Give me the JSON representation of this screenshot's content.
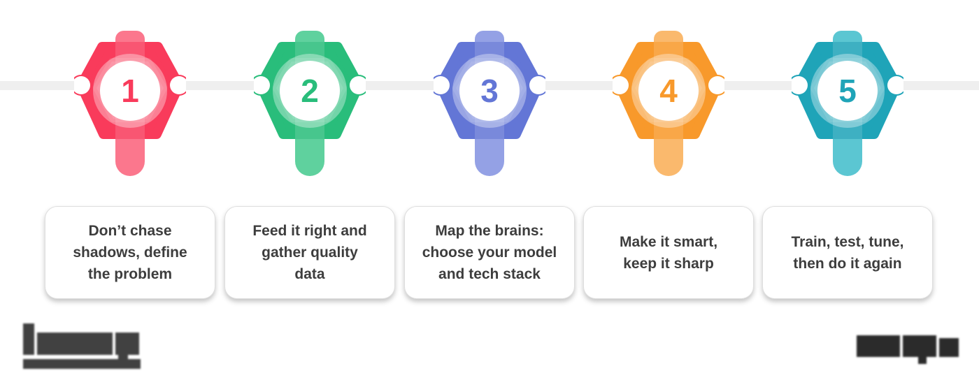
{
  "background_color": "#ffffff",
  "timeline": {
    "line_color": "#efefef"
  },
  "steps": [
    {
      "number": "1",
      "color": "#f93b5b",
      "color_light": "#fb617b",
      "label": "Don’t chase\nshadows, define\nthe problem"
    },
    {
      "number": "2",
      "color": "#29bd7b",
      "color_light": "#45ca8e",
      "label": "Feed it right and\ngather quality\ndata"
    },
    {
      "number": "3",
      "color": "#6376d6",
      "color_light": "#8392e1",
      "label": "Map the brains:\nchoose your model\nand tech stack"
    },
    {
      "number": "4",
      "color": "#f8992b",
      "color_light": "#faae55",
      "label": "Make it smart,\nkeep it sharp"
    },
    {
      "number": "5",
      "color": "#1fa4b8",
      "color_light": "#41bdcb",
      "label": "Train, test, tune,\nthen do it again"
    }
  ],
  "card_style": {
    "background": "#ffffff",
    "text_color": "#3d3d3d"
  },
  "watermarks": {
    "left": {
      "kind": "pixelated-logo-with-tagline-bar",
      "color": "#414141"
    },
    "right": {
      "kind": "pixelated-logo",
      "color": "#2b2b2b"
    }
  }
}
